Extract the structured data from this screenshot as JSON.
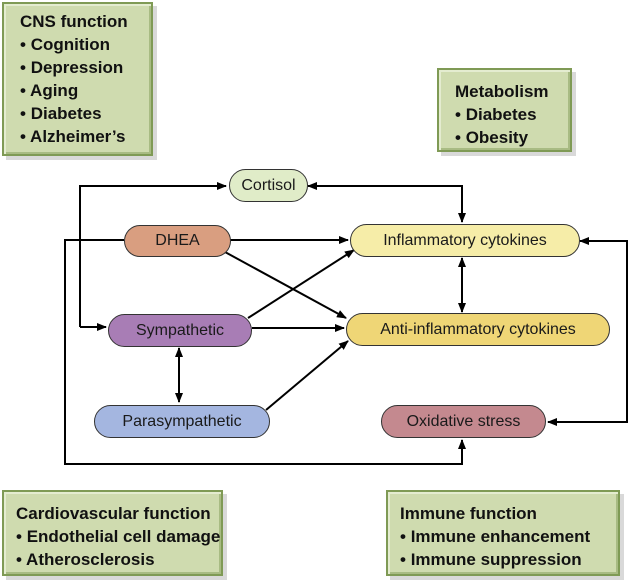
{
  "boxes": {
    "cns": {
      "title": "CNS function",
      "items": [
        "Cognition",
        "Depression",
        "Aging",
        "Diabetes",
        "Alzheimer’s"
      ]
    },
    "metabolism": {
      "title": "Metabolism",
      "items": [
        "Diabetes",
        "Obesity"
      ]
    },
    "cardio": {
      "title": "Cardiovascular function",
      "items": [
        "Endothelial cell damage",
        "Atherosclerosis"
      ]
    },
    "immune": {
      "title": "Immune function",
      "items": [
        "Immune enhancement",
        "Immune suppression"
      ]
    }
  },
  "nodes": {
    "cortisol": {
      "label": "Cortisol",
      "color": "#e0ecc8"
    },
    "dhea": {
      "label": "DHEA",
      "color": "#d99e80"
    },
    "sympathetic": {
      "label": "Sympathetic",
      "color": "#a87db5"
    },
    "parasympathetic": {
      "label": "Parasympathetic",
      "color": "#a4b6e0"
    },
    "inflammatory": {
      "label": "Inflammatory cytokines",
      "color": "#f6eda8"
    },
    "anti_inflammatory": {
      "label": "Anti-inflammatory cytokines",
      "color": "#efd676"
    },
    "oxidative": {
      "label": "Oxidative stress",
      "color": "#c4898f"
    }
  },
  "box_fill": "#cfdbaf"
}
